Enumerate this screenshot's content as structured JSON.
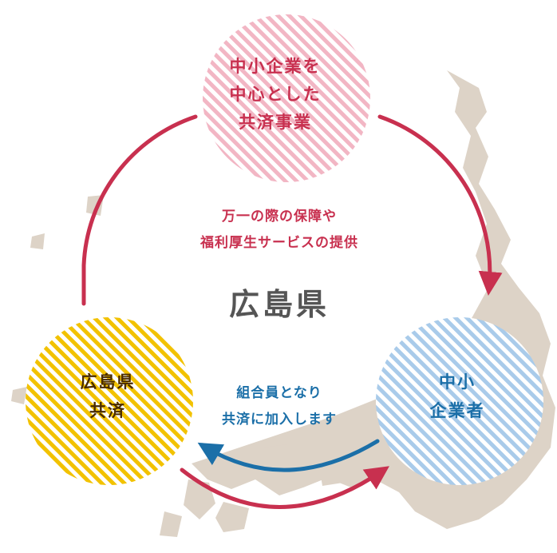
{
  "nodes": {
    "top": {
      "label": "中小企業を\n中心とした\n共済事業",
      "fill": "#f2b6c4",
      "text_color": "#c8304f"
    },
    "left": {
      "label": "広島県\n共済",
      "fill": "#f2c200",
      "text_color": "#4a2c00"
    },
    "right": {
      "label": "中小\n企業者",
      "fill": "#a9cbea",
      "text_color": "#1b6fa8"
    }
  },
  "annotations": {
    "top_benefits": "万一の際の保障や\n福利厚生サービスの提供",
    "membership": "組合員となり\n共済に加入します"
  },
  "region_label": "広島県",
  "colors": {
    "cycle_arrow": "#c8304f",
    "join_arrow": "#1b6fa8",
    "map_land": "#ddd3c7",
    "region_text": "#555555"
  }
}
